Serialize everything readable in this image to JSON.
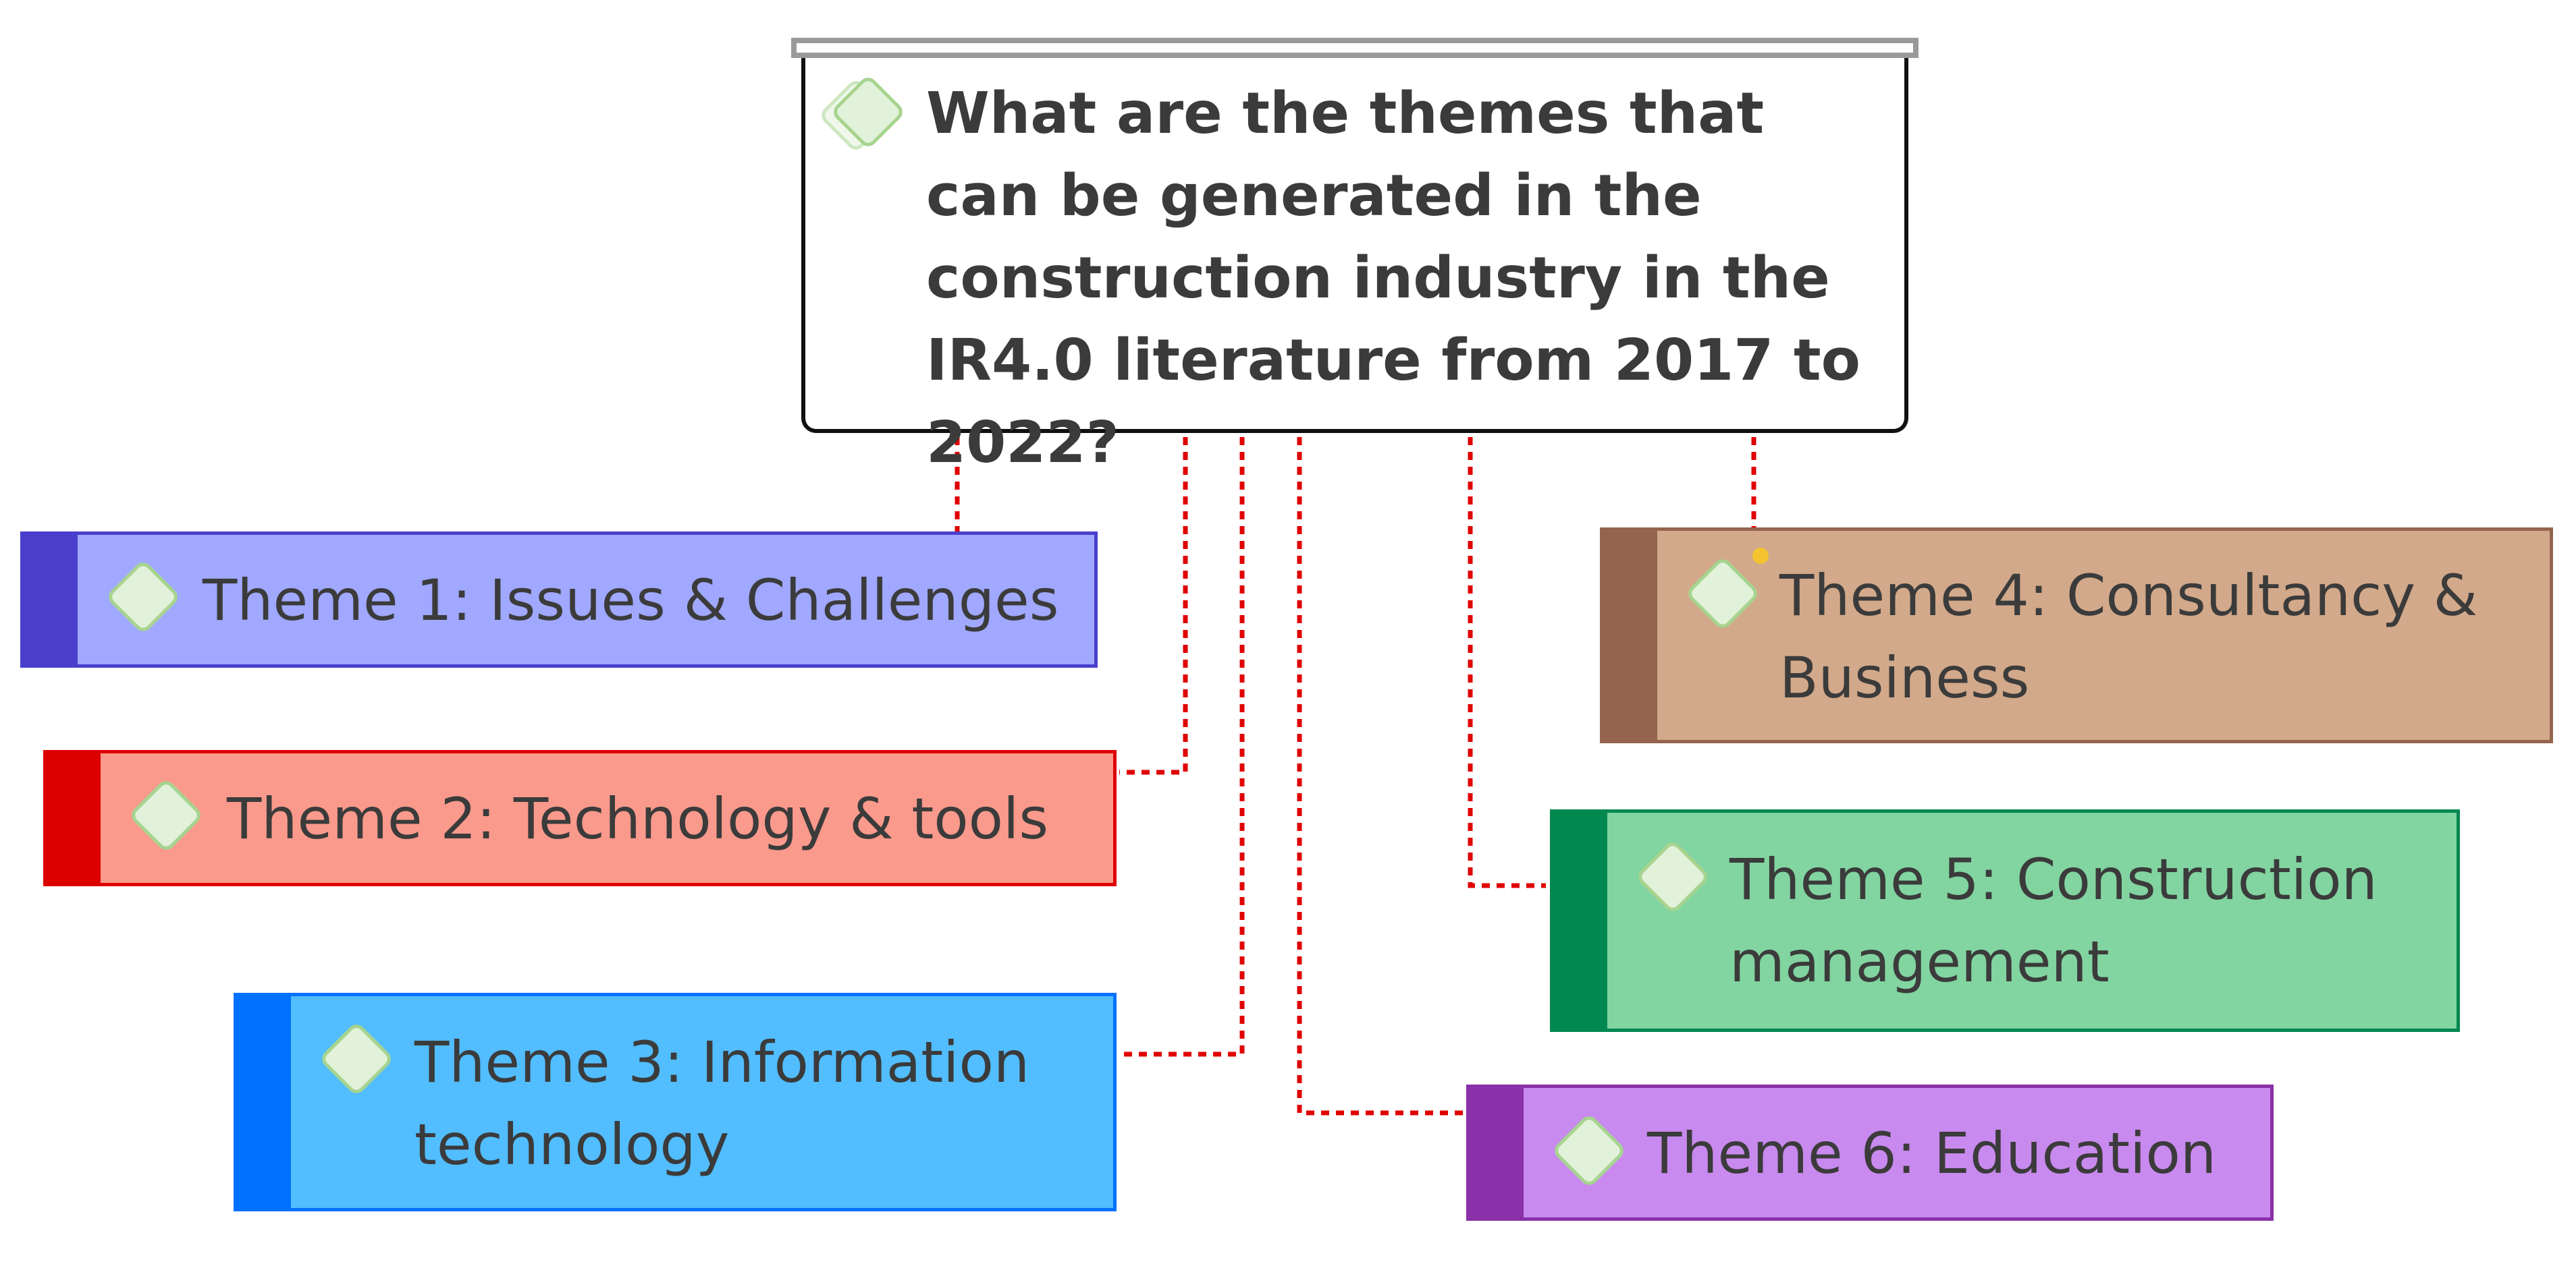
{
  "root": {
    "text": "What are the themes that can be generated in the construction industry in the IR4.0 literature from 2017 to 2022?",
    "icon": "diamond-topic-icon"
  },
  "connector_color": "#e00000",
  "themes": [
    {
      "label": "Theme 1: Issues & Challenges",
      "fill": "#a0a8ff",
      "stripe": "#4a3fcc",
      "border": "#4a3fcc"
    },
    {
      "label": "Theme 2: Technology & tools",
      "fill": "#fa9a8c",
      "stripe": "#dd0000",
      "border": "#dd0000"
    },
    {
      "label": "Theme 3: Information technology",
      "fill": "#52bdff",
      "stripe": "#0070ff",
      "border": "#0070ff"
    },
    {
      "label": "Theme 4: Consultancy & Business",
      "fill": "#d2a98a",
      "stripe": "#94644e",
      "border": "#94644e"
    },
    {
      "label": "Theme 5: Construction management",
      "fill": "#82d4a0",
      "stripe": "#008850",
      "border": "#008850"
    },
    {
      "label": "Theme 6: Education",
      "fill": "#c88aee",
      "stripe": "#8a30a8",
      "border": "#8a30a8"
    }
  ]
}
